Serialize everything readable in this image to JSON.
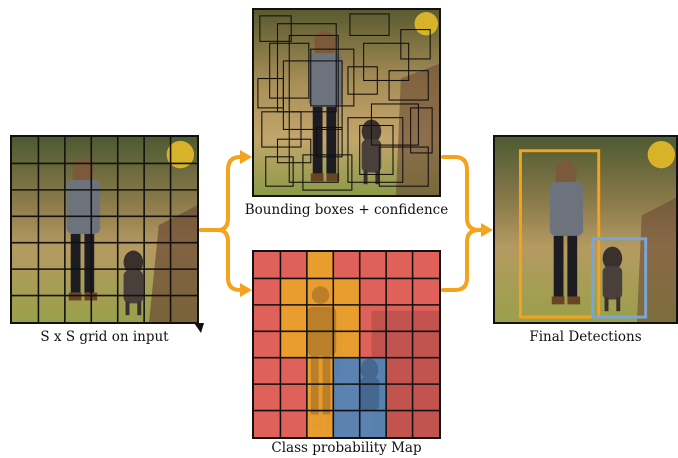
{
  "captions": {
    "grid": "S x S grid on input",
    "boxes": "Bounding boxes + confidence",
    "classmap": "Class probability Map",
    "final": "Final Detections"
  },
  "colors": {
    "arrow": "#f5a21c",
    "grid_line": "#111111",
    "class_background": "#e0605a",
    "class_person": "#e9a32b",
    "class_dog": "#4f86b8",
    "detection_person": "#f5a21c",
    "detection_dog": "#7aa6d6"
  },
  "icons": {
    "flow_arrow": "orange-curved-arrow",
    "corner_marker": "black-triangle-marker"
  }
}
